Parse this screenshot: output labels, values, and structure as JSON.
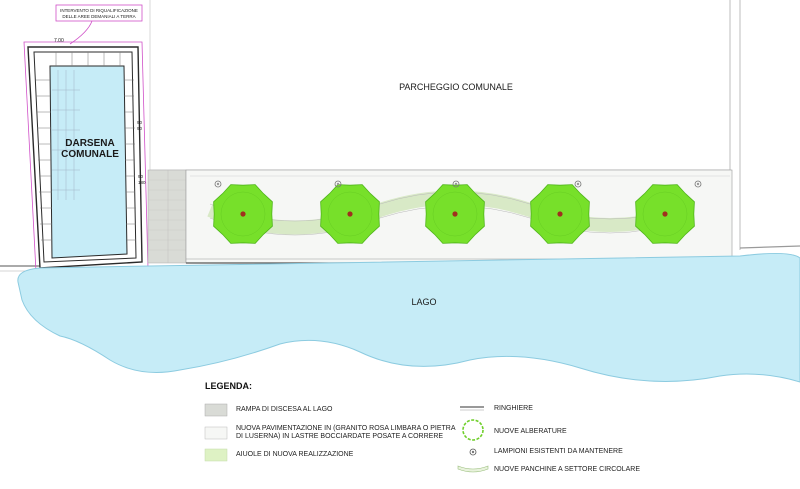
{
  "labels": {
    "annotation": [
      "INTERVENTO DI RIQUALIFICAZIONE",
      "DELLE AREE DEMANIALI A TERRA"
    ],
    "darsena": [
      "DARSENA",
      "COMUNALE"
    ],
    "parcheggio": "PARCHEGGIO COMUNALE",
    "lago": "LAGO",
    "dim_top": "7.00",
    "dim_side_1": [
      "90",
      "90"
    ],
    "dim_side_2": [
      "90",
      "180"
    ]
  },
  "legend": {
    "title": "LEGENDA:",
    "items_left": [
      {
        "symbol": "rampa",
        "lines": [
          "RAMPA DI DISCESA AL LAGO"
        ]
      },
      {
        "symbol": "pavimentazione",
        "lines": [
          "NUOVA PAVIMENTAZIONE IN (GRANITO ROSA LIMBARA O PIETRA",
          "DI LUSERNA) IN LASTRE BOCCIARDATE POSATE A CORRERE"
        ]
      },
      {
        "symbol": "aiuole",
        "lines": [
          "AIUOLE DI NUOVA REALIZZAZIONE"
        ]
      }
    ],
    "items_right": [
      {
        "symbol": "ringhiere",
        "lines": [
          "RINGHIERE"
        ]
      },
      {
        "symbol": "alberature",
        "lines": [
          "NUOVE ALBERATURE"
        ]
      },
      {
        "symbol": "lampioni",
        "lines": [
          "LAMPIONI ESISTENTI DA MANTENERE"
        ]
      },
      {
        "symbol": "panchine",
        "lines": [
          "NUOVE PANCHINE A SETTORE CIRCOLARE"
        ]
      }
    ]
  },
  "colors": {
    "water": "#c6ecf7",
    "water_stroke": "#8ccbe0",
    "tree": "#77e02a",
    "tree_dark": "#4fb51a",
    "tree_trunk": "#a0301e",
    "aiuola": "#def2c4",
    "ramp": "#d9dbd6",
    "paving": "#f6f7f5",
    "magenta": "#d050c8"
  },
  "trees_count_label": "",
  "icons": [
    "tree-icon",
    "lamp-icon",
    "railing-icon",
    "bench-icon"
  ]
}
